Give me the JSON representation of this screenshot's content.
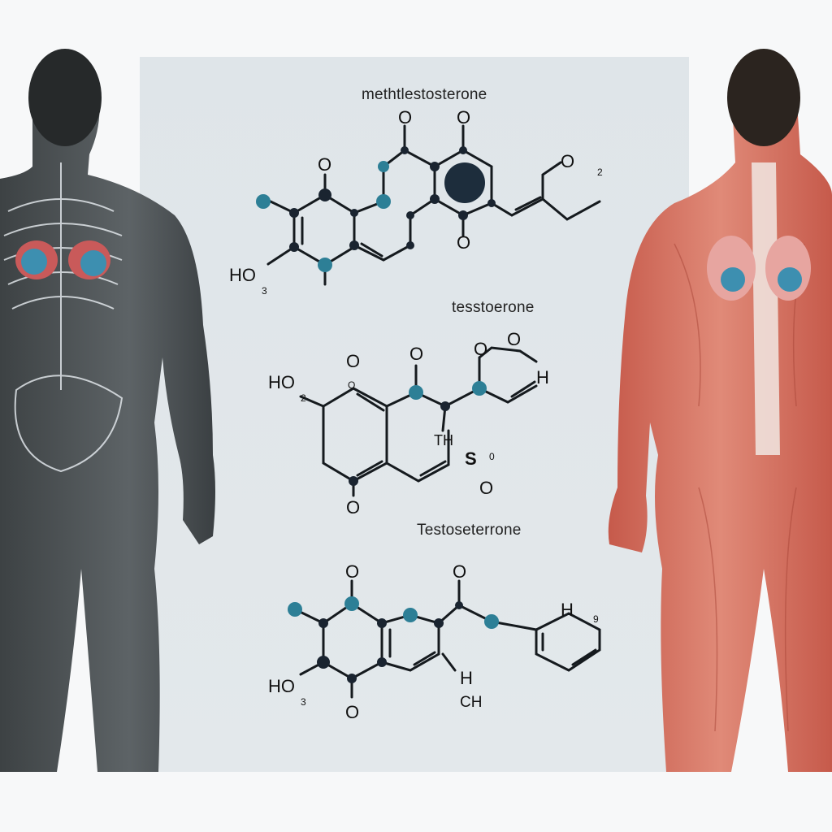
{
  "molecules": [
    {
      "name": "methtlestosterone",
      "labels": {
        "ho": "HO",
        "ho_sub": "3",
        "o1": "O",
        "o2": "O",
        "o3": "O",
        "o4": "O",
        "o5": "O",
        "o5_sub": "2"
      }
    },
    {
      "name": "tesstoerone",
      "labels": {
        "ho": "HO",
        "ho_sub": "2",
        "o1": "O",
        "o2": "O",
        "o3": "O",
        "o4": "O",
        "o5": "O",
        "h": "H",
        "th": "TH",
        "s": "S",
        "s_sub": "0",
        "o6": "O"
      }
    },
    {
      "name": "Testoseterrone",
      "labels": {
        "ho": "HO",
        "ho_sub": "3",
        "o1": "O",
        "o2": "O",
        "o3": "O",
        "h": "H",
        "h_sub": "9",
        "h2": "H",
        "ch": "CH"
      }
    }
  ],
  "colors": {
    "panel": "#dfe5e9",
    "atom_teal": "#2d7f96",
    "atom_dark": "#1a2430",
    "skin_gray": "#4f5457",
    "muscle": "#d9705f"
  }
}
